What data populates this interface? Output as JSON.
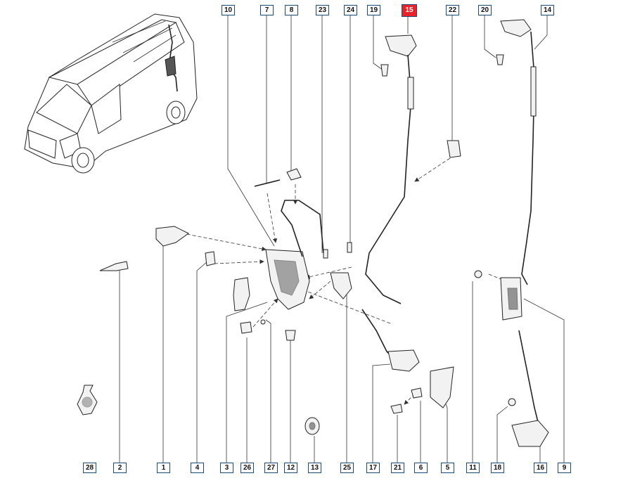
{
  "diagram": {
    "highlight_color": "#e8242a",
    "border_color": "#1a4a78",
    "selected_callout": "15",
    "callouts_top": [
      "10",
      "7",
      "8",
      "23",
      "24",
      "19",
      "15",
      "22",
      "20",
      "14"
    ],
    "callouts_bottom": [
      "28",
      "2",
      "1",
      "4",
      "3",
      "26",
      "27",
      "12",
      "13",
      "25",
      "17",
      "21",
      "6",
      "5",
      "11",
      "18",
      "16",
      "9"
    ]
  }
}
